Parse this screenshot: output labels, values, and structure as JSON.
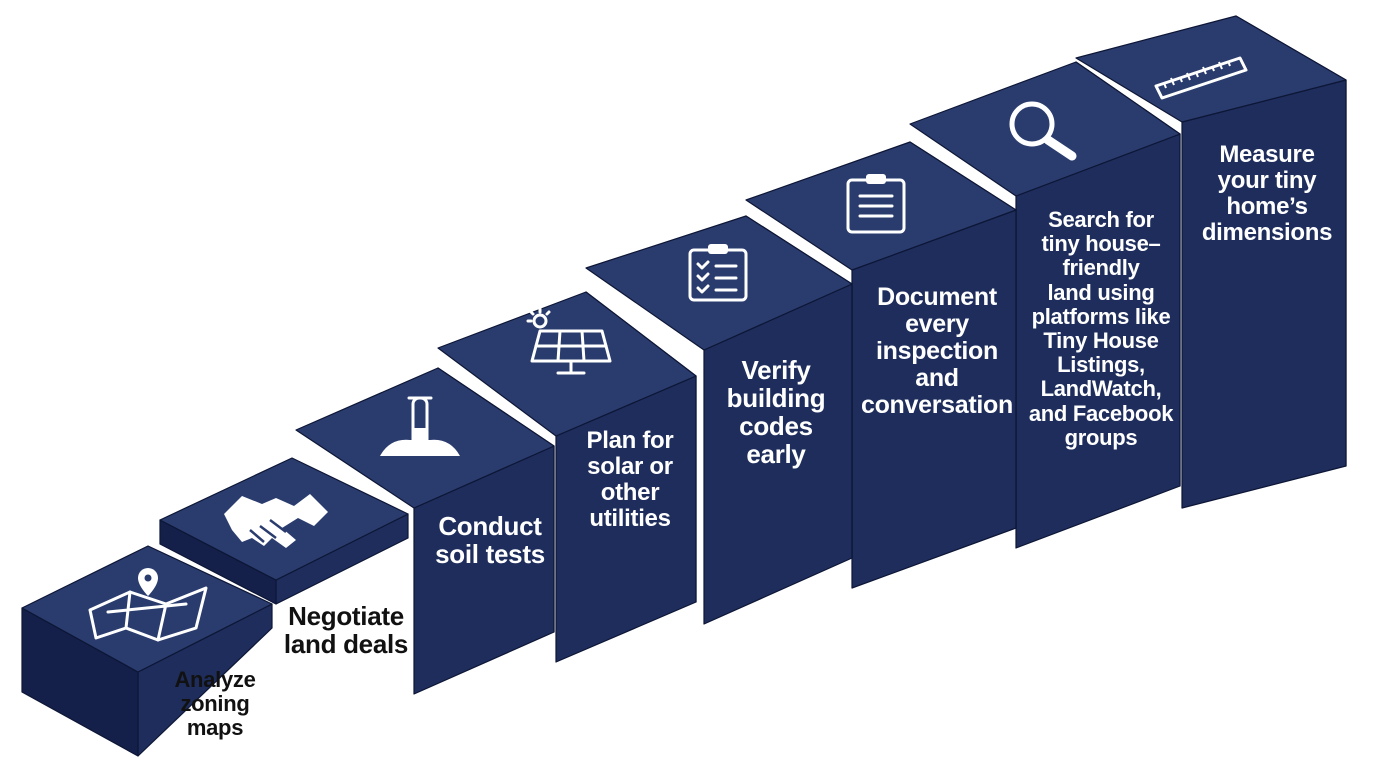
{
  "colors": {
    "top": "#2a3c6e",
    "front": "#1e2d5c",
    "side": "#142049",
    "line": "#0d1636",
    "icon": "#ffffff",
    "page": "#ffffff"
  },
  "steps": [
    {
      "label_lines": [
        "Analyze",
        "zoning",
        "maps"
      ],
      "icon": "map-pin-icon"
    },
    {
      "label_lines": [
        "Negotiate",
        "land deals"
      ],
      "icon": "handshake-icon"
    },
    {
      "label_lines": [
        "Conduct",
        "soil tests"
      ],
      "icon": "soil-test-tube-icon"
    },
    {
      "label_lines": [
        "Plan for",
        "solar or",
        "other",
        "utilities"
      ],
      "icon": "solar-panel-icon"
    },
    {
      "label_lines": [
        "Verify",
        "building",
        "codes",
        "early"
      ],
      "icon": "checklist-clipboard-icon"
    },
    {
      "label_lines": [
        "Document",
        "every",
        "inspection",
        "and",
        "conversation"
      ],
      "icon": "document-clipboard-icon"
    },
    {
      "label_lines": [
        "Search for",
        "tiny house–",
        "friendly",
        "land using",
        "platforms like",
        "Tiny House",
        "Listings,",
        "LandWatch,",
        "and Facebook",
        "groups"
      ],
      "icon": "magnifying-glass-icon"
    },
    {
      "label_lines": [
        "Measure",
        "your tiny",
        "home’s",
        "dimensions"
      ],
      "icon": "ruler-icon"
    }
  ]
}
